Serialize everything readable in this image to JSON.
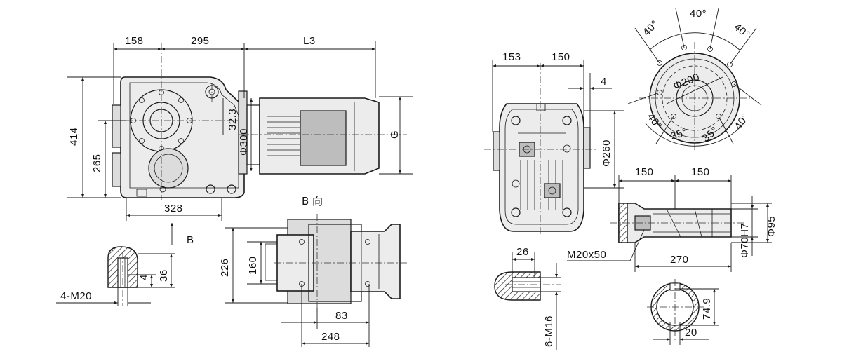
{
  "drawing": {
    "left_view": {
      "dims": {
        "d158": "158",
        "d295": "295",
        "L3": "L3",
        "d414": "414",
        "d265": "265",
        "d32_3": "32.3",
        "phi300": "Φ300",
        "G": "G",
        "d328": "328",
        "B": "B"
      }
    },
    "bolt_detail": {
      "dims": {
        "d4": "4",
        "d36": "36",
        "thread": "4-M20"
      }
    },
    "b_view": {
      "title": "B 向",
      "dims": {
        "d226": "226",
        "d160": "160",
        "d83": "83",
        "d248": "248"
      }
    },
    "front_view": {
      "dims": {
        "d153": "153",
        "d150": "150",
        "d4": "4",
        "phi260": "Φ260"
      }
    },
    "flange_view": {
      "dims": {
        "a40_top": "40°",
        "a40_left": "40°",
        "a40_right": "40°",
        "phi200": "Φ200",
        "a40_bl": "40°",
        "a35_l": "35°",
        "a35_r": "35°",
        "a40_br": "40°"
      }
    },
    "shaft_view": {
      "dims": {
        "d150_l": "150",
        "d150_r": "150",
        "phi95": "Φ95",
        "phi70H7": "Φ70H7",
        "m20x50": "M20x50",
        "d270": "270"
      }
    },
    "thread_detail": {
      "dims": {
        "d26": "26",
        "thread": "6-M16"
      }
    },
    "shaft_section": {
      "dims": {
        "d74_9": "74.9",
        "d20": "20"
      }
    }
  }
}
